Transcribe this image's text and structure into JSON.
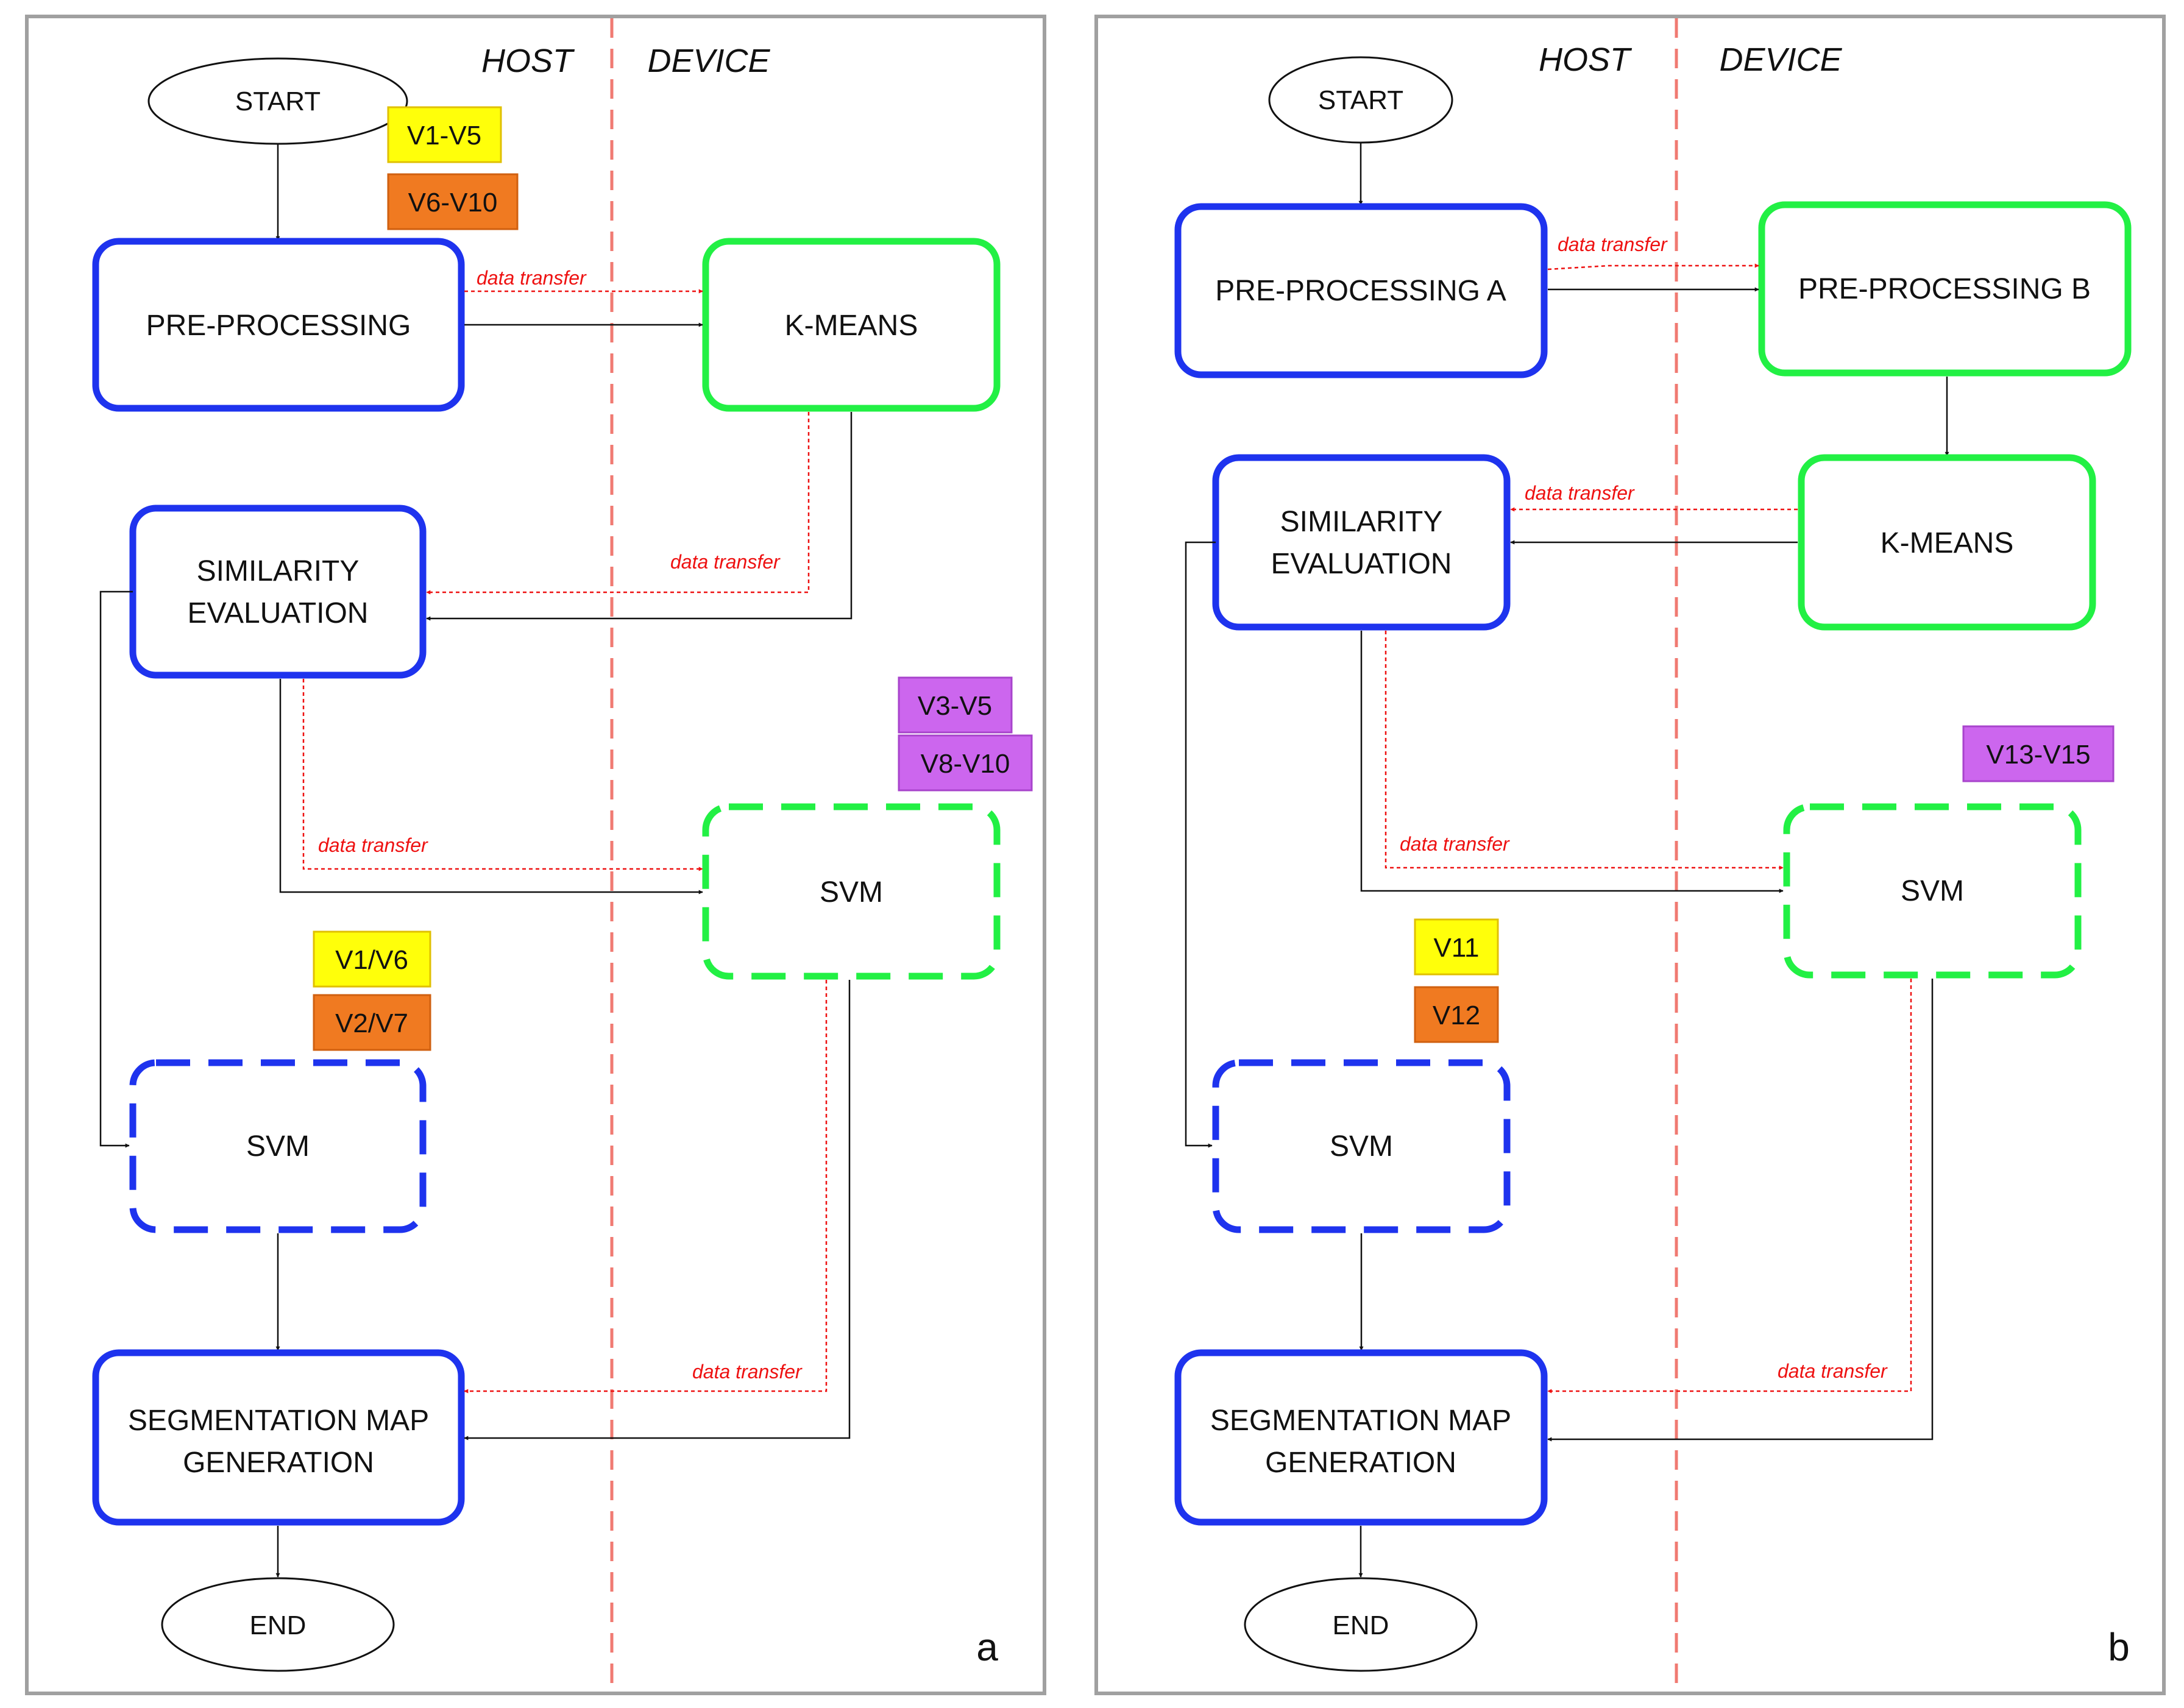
{
  "colors": {
    "host_node": "#1e33ee",
    "device_node": "#22f044",
    "lane_divider": "#f07a72",
    "data_transfer": "#ee1111",
    "tag_yellow": "#ffff0a",
    "tag_orange": "#f07a21",
    "tag_purple": "#cc66ee",
    "panel_border": "#a0a0a0"
  },
  "panels": [
    {
      "letter": "a",
      "lanes": {
        "host": "HOST",
        "device": "DEVICE"
      },
      "nodes": {
        "start": "START",
        "preprocessing": "PRE-PROCESSING",
        "kmeans": "K-MEANS",
        "similarity": [
          "SIMILARITY",
          "EVALUATION"
        ],
        "svm_device": "SVM",
        "svm_host": "SVM",
        "segmentation": [
          "SEGMENTATION MAP",
          "GENERATION"
        ],
        "end": "END"
      },
      "data_transfer_label": "data transfer",
      "tags": [
        "V1-V5",
        "V6-V10",
        "V3-V5",
        "V8-V10",
        "V1/V6",
        "V2/V7"
      ]
    },
    {
      "letter": "b",
      "lanes": {
        "host": "HOST",
        "device": "DEVICE"
      },
      "nodes": {
        "start": "START",
        "preprocessing_a": "PRE-PROCESSING A",
        "preprocessing_b": "PRE-PROCESSING B",
        "kmeans": "K-MEANS",
        "similarity": [
          "SIMILARITY",
          "EVALUATION"
        ],
        "svm_device": "SVM",
        "svm_host": "SVM",
        "segmentation": [
          "SEGMENTATION MAP",
          "GENERATION"
        ],
        "end": "END"
      },
      "data_transfer_label": "data transfer",
      "tags": [
        "V13-V15",
        "V11",
        "V12"
      ]
    }
  ]
}
